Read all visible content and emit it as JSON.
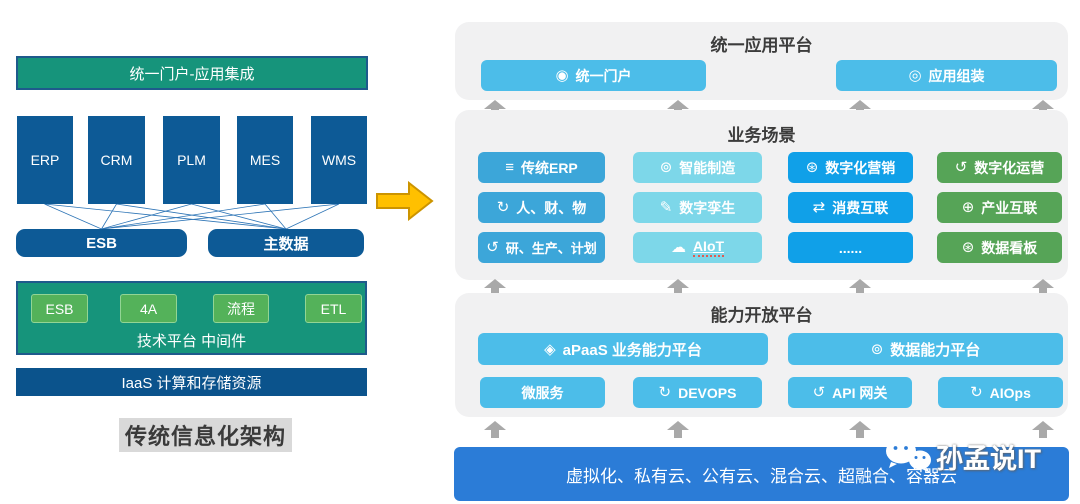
{
  "left": {
    "portal_bar": "统一门户-应用集成",
    "apps": [
      "ERP",
      "CRM",
      "PLM",
      "MES",
      "WMS"
    ],
    "esb": "ESB",
    "master_data": "主数据",
    "middleware": {
      "items": [
        "ESB",
        "4A",
        "流程",
        "ETL"
      ],
      "label": "技术平台 中间件"
    },
    "iaas": "IaaS 计算和存储资源",
    "caption": "传统信息化架构"
  },
  "right": {
    "app_platform": {
      "title": "统一应用平台",
      "buttons": [
        {
          "label": "统一门户",
          "icon": "portal-icon",
          "glyph": "◉"
        },
        {
          "label": "应用组装",
          "icon": "assembly-icon",
          "glyph": "◎"
        }
      ]
    },
    "business": {
      "title": "业务场景",
      "columns": [
        {
          "items": [
            {
              "label": "传统ERP",
              "icon": "sliders-icon",
              "glyph": "≡"
            },
            {
              "label": "人、财、物",
              "icon": "people-finance-icon",
              "glyph": "↻"
            },
            {
              "label": "研、生产、计划",
              "icon": "cycle-icon",
              "glyph": "↺"
            }
          ]
        },
        {
          "items": [
            {
              "label": "智能制造",
              "icon": "smart-manufacturing-icon",
              "glyph": "⊚"
            },
            {
              "label": "数字孪生",
              "icon": "digital-twin-icon",
              "glyph": "✎"
            },
            {
              "label": "AIoT",
              "icon": "cloud-icon",
              "glyph": "☁"
            }
          ]
        },
        {
          "items": [
            {
              "label": "数字化营销",
              "icon": "marketing-icon",
              "glyph": "⊛"
            },
            {
              "label": "消费互联",
              "icon": "consumer-link-icon",
              "glyph": "⇄"
            },
            {
              "label": "......",
              "icon": "ellipsis",
              "glyph": ""
            }
          ]
        },
        {
          "items": [
            {
              "label": "数字化运营",
              "icon": "operations-icon",
              "glyph": "↺"
            },
            {
              "label": "产业互联",
              "icon": "industry-link-icon",
              "glyph": "⊕"
            },
            {
              "label": "数据看板",
              "icon": "dashboard-icon",
              "glyph": "⊛"
            }
          ]
        }
      ]
    },
    "capability": {
      "title": "能力开放平台",
      "wide": [
        {
          "label": "aPaaS 业务能力平台",
          "icon": "cube-icon",
          "glyph": "◈"
        },
        {
          "label": "数据能力平台",
          "icon": "data-platform-icon",
          "glyph": "⊚"
        }
      ],
      "small": [
        {
          "label": "微服务",
          "icon": "",
          "glyph": ""
        },
        {
          "label": "DEVOPS",
          "icon": "devops-cycle-icon",
          "glyph": "↻"
        },
        {
          "label": "API 网关",
          "icon": "api-gateway-icon",
          "glyph": "↺"
        },
        {
          "label": "AIOps",
          "icon": "aiops-cycle-icon",
          "glyph": "↻"
        }
      ]
    },
    "infra_bar": "虚拟化、私有云、公有云、混合云、超融合、容器云",
    "watermark": "孙孟说IT"
  },
  "colors": {
    "teal": "#16947B",
    "navy": "#0D5A96",
    "navy_dark": "#0B538C",
    "panel_border": "#1E5A8C",
    "green_box": "#54B25A",
    "green_box_border": "#92D594",
    "caption_bg": "#D9D9D9",
    "container_bg": "#F1F1F2",
    "sky_blue": "#4CBDE9",
    "col_blue": "#3CA6D9",
    "col_cyan": "#7DD7E9",
    "col_vivid": "#10A0E8",
    "col_green": "#56A457",
    "bottom_bar": "#2B7CD7",
    "arrow": "#A9A9A9",
    "orange": "#FFC000",
    "orange_border": "#CC9400",
    "line_blue": "#2E75B6"
  }
}
